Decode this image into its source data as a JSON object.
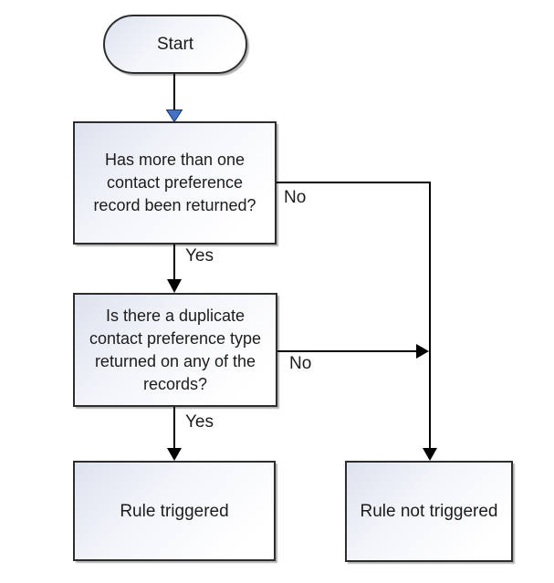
{
  "diagram": {
    "type": "flowchart",
    "nodes": {
      "start": {
        "label": "Start",
        "shape": "stadium"
      },
      "decision1": {
        "label": "Has more than one\ncontact preference\nrecord been returned?",
        "shape": "rectangle"
      },
      "decision2": {
        "label": "Is there a duplicate\ncontact preference type\nreturned on any of the\nrecords?",
        "shape": "rectangle"
      },
      "rule_triggered": {
        "label": "Rule triggered",
        "shape": "rectangle"
      },
      "rule_not_triggered": {
        "label": "Rule not triggered",
        "shape": "rectangle"
      }
    },
    "edges": {
      "start_to_decision1": {
        "from": "start",
        "to": "decision1",
        "label": ""
      },
      "decision1_yes": {
        "from": "decision1",
        "to": "decision2",
        "label": "Yes"
      },
      "decision1_no": {
        "from": "decision1",
        "to": "rule_not_triggered",
        "label": "No"
      },
      "decision2_yes": {
        "from": "decision2",
        "to": "rule_triggered",
        "label": "Yes"
      },
      "decision2_no": {
        "from": "decision2",
        "to": "rule_not_triggered",
        "label": "No"
      }
    },
    "colors": {
      "background": "#ffffff",
      "node_border": "#2d2d2d",
      "node_fill_top": "#dde2ee",
      "node_fill_bottom": "#ffffff",
      "connector": "#000000",
      "start_arrowhead_fill": "#4472c4",
      "start_arrowhead_stroke": "#1f3864",
      "text": "#1c1c1c"
    }
  }
}
